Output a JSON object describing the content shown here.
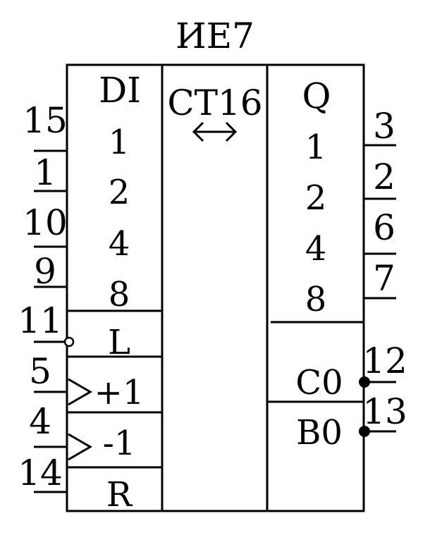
{
  "title": "ИЕ7",
  "function_label": "CT16",
  "bidirectional_arrow": "double-headed-arrow",
  "input_header": "DI",
  "output_header": "Q",
  "data_inputs": [
    {
      "pin": "15",
      "weight": "1"
    },
    {
      "pin": "1",
      "weight": "2"
    },
    {
      "pin": "10",
      "weight": "4"
    },
    {
      "pin": "9",
      "weight": "8"
    }
  ],
  "control_inputs": [
    {
      "pin": "11",
      "label": "L"
    },
    {
      "pin": "5",
      "label": "+1"
    },
    {
      "pin": "4",
      "label": "-1"
    },
    {
      "pin": "14",
      "label": "R"
    }
  ],
  "data_outputs": [
    {
      "pin": "3",
      "weight": "1"
    },
    {
      "pin": "2",
      "weight": "2"
    },
    {
      "pin": "6",
      "weight": "4"
    },
    {
      "pin": "7",
      "weight": "8"
    }
  ],
  "carry_outputs": [
    {
      "pin": "12",
      "label": "C0"
    },
    {
      "pin": "13",
      "label": "B0"
    }
  ]
}
